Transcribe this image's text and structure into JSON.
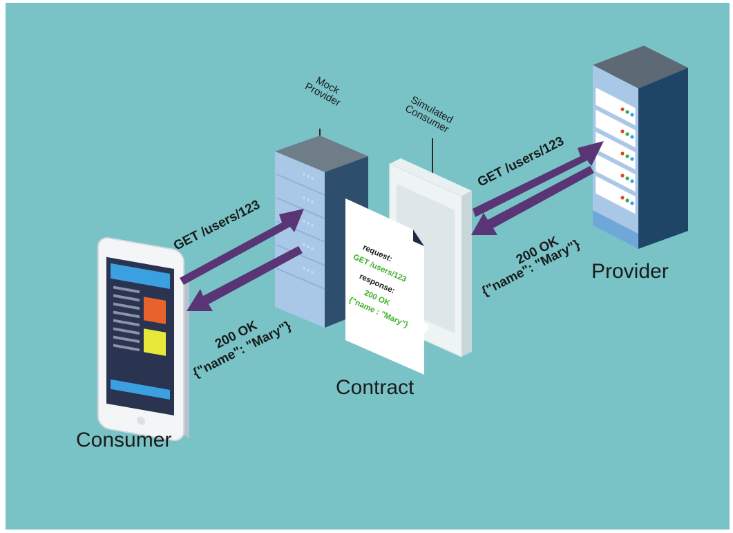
{
  "labels": {
    "consumer": "Consumer",
    "contract": "Contract",
    "provider": "Provider",
    "mock_provider_line1": "Mock",
    "mock_provider_line2": "Provider",
    "simulated_consumer_line1": "Simulated",
    "simulated_consumer_line2": "Consumer"
  },
  "left_exchange": {
    "request": "GET /users/123",
    "response_status": "200 OK",
    "response_body": "{\"name\": \"Mary\"}"
  },
  "right_exchange": {
    "request": "GET /users/123",
    "response_status": "200 OK",
    "response_body": "{\"name\": \"Mary\"}"
  },
  "contract_doc": {
    "request_label": "request:",
    "request_value": "GET /users/123",
    "response_label": "response:",
    "response_status": "200 OK",
    "response_body": "{\"name : \"Mary\"}"
  },
  "colors": {
    "background": "#79c3c7",
    "arrow": "#5a3576",
    "contract_green": "#3fae2a",
    "server_blue": "#a9c8e8",
    "server_dark": "#2e4e6e",
    "screen_dark": "#2a3450",
    "screen_blue": "#3aa0e0",
    "orange": "#e8622c",
    "yellow": "#e8e83a"
  }
}
